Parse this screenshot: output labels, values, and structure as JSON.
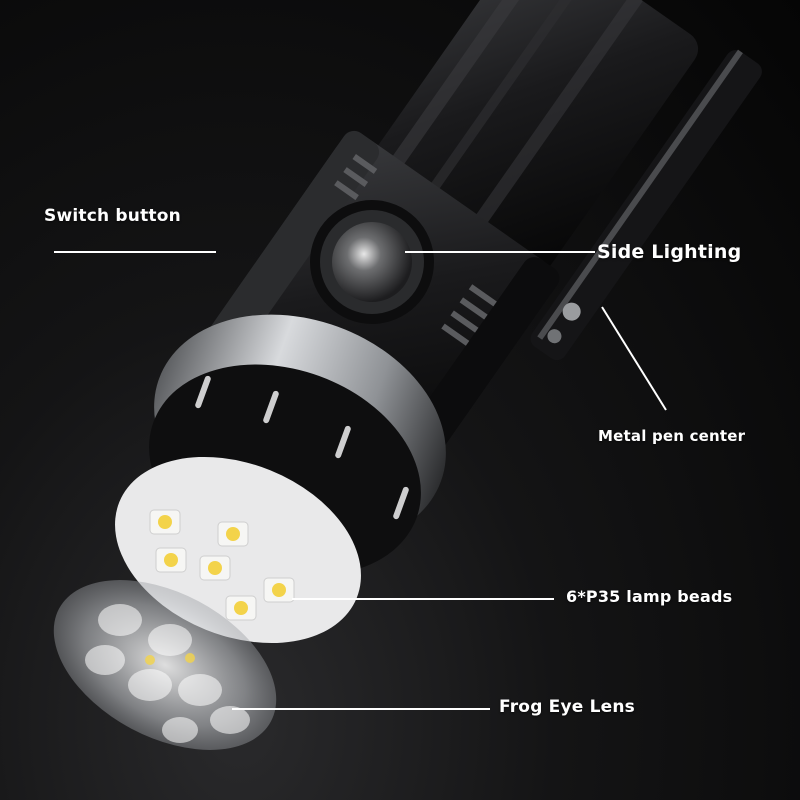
{
  "labels": {
    "switch_button": "Switch button",
    "side_lighting": "Side Lighting",
    "metal_pen_center": "Metal pen center",
    "lamp_beads": "6*P35 lamp beads",
    "frog_eye_lens": "Frog Eye Lens"
  },
  "colors": {
    "background": "#0b0b0c",
    "label": "#ffffff",
    "led": "#f3d34a",
    "body": "#1c1c1e",
    "ring": "#bfc2c6"
  }
}
